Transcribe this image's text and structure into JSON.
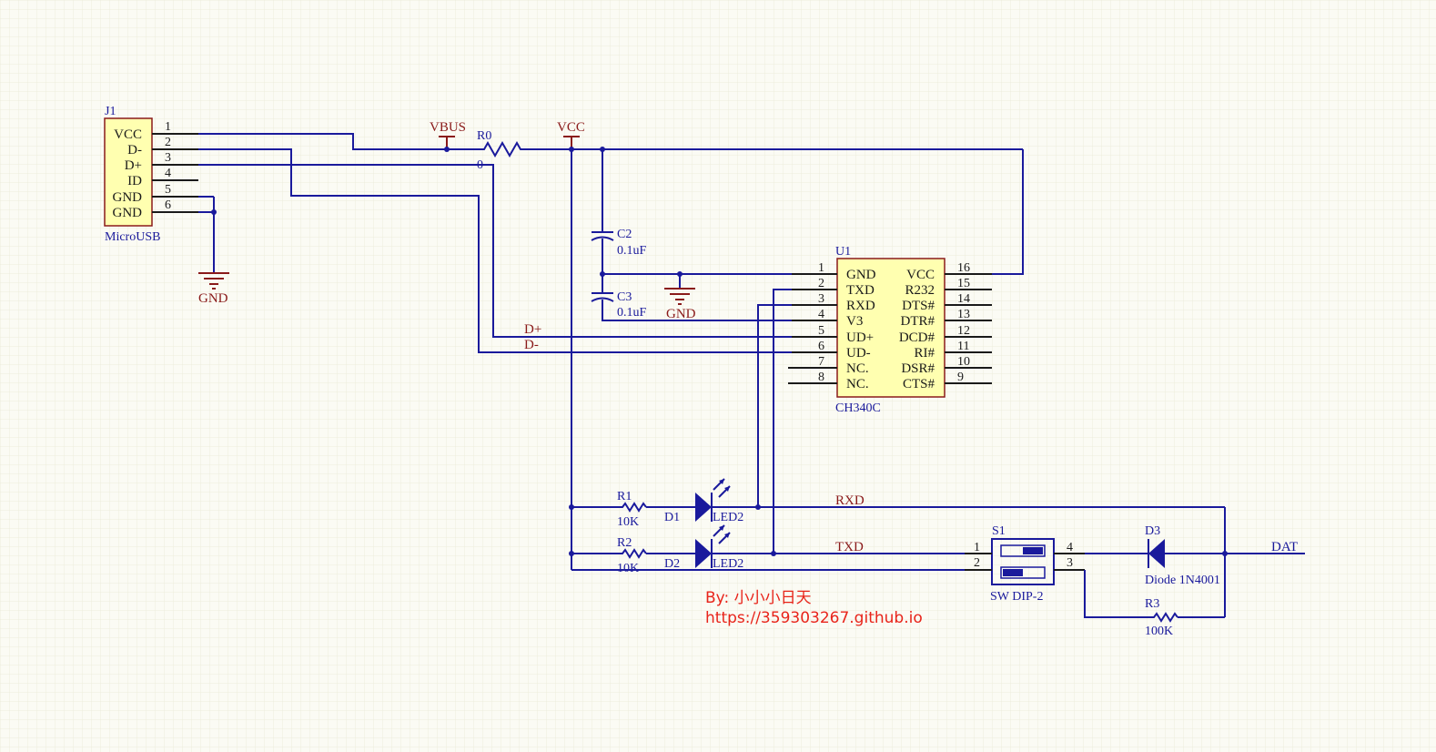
{
  "schematic": {
    "j1": {
      "designator": "J1",
      "comment": "MicroUSB",
      "pins": [
        {
          "num": "1",
          "name": "VCC"
        },
        {
          "num": "2",
          "name": "D-"
        },
        {
          "num": "3",
          "name": "D+"
        },
        {
          "num": "4",
          "name": "ID"
        },
        {
          "num": "5",
          "name": "GND"
        },
        {
          "num": "6",
          "name": "GND"
        }
      ]
    },
    "u1": {
      "designator": "U1",
      "comment": "CH340C",
      "left_pins": [
        {
          "num": "1",
          "name": "GND"
        },
        {
          "num": "2",
          "name": "TXD"
        },
        {
          "num": "3",
          "name": "RXD"
        },
        {
          "num": "4",
          "name": "V3"
        },
        {
          "num": "5",
          "name": "UD+"
        },
        {
          "num": "6",
          "name": "UD-"
        },
        {
          "num": "7",
          "name": "NC."
        },
        {
          "num": "8",
          "name": "NC."
        }
      ],
      "right_pins": [
        {
          "num": "16",
          "name": "VCC"
        },
        {
          "num": "15",
          "name": "R232"
        },
        {
          "num": "14",
          "name": "DTS#"
        },
        {
          "num": "13",
          "name": "DTR#"
        },
        {
          "num": "12",
          "name": "DCD#"
        },
        {
          "num": "11",
          "name": "RI#"
        },
        {
          "num": "10",
          "name": "DSR#"
        },
        {
          "num": "9",
          "name": "CTS#"
        }
      ]
    },
    "r0": {
      "designator": "R0",
      "value": "0"
    },
    "c2": {
      "designator": "C2",
      "value": "0.1uF"
    },
    "c3": {
      "designator": "C3",
      "value": "0.1uF"
    },
    "r1": {
      "designator": "R1",
      "value": "10K"
    },
    "r2": {
      "designator": "R2",
      "value": "10K"
    },
    "r3": {
      "designator": "R3",
      "value": "100K"
    },
    "d1": {
      "designator": "D1",
      "comment": "LED2"
    },
    "d2": {
      "designator": "D2",
      "comment": "LED2"
    },
    "d3": {
      "designator": "D3",
      "comment": "Diode 1N4001"
    },
    "s1": {
      "designator": "S1",
      "comment": "SW DIP-2",
      "pins": [
        "1",
        "2",
        "4",
        "3"
      ]
    },
    "power_ports": {
      "vbus": "VBUS",
      "vcc": "VCC",
      "gnd_j1": "GND",
      "gnd_u1": "GND"
    },
    "net_labels": {
      "d_plus": "D+",
      "d_minus": "D-",
      "rxd": "RXD",
      "txd": "TXD",
      "dat": "DAT"
    },
    "credit": {
      "author": "By:  小小小日天",
      "url": "https://359303267.github.io"
    },
    "colors": {
      "background": "#fbfbf4",
      "grid": "#ececdc",
      "wire": "#1a1a9c",
      "component_body": "#ffffb0",
      "power_net": "#8a1a1a",
      "credit_text": "#e8241a"
    }
  }
}
